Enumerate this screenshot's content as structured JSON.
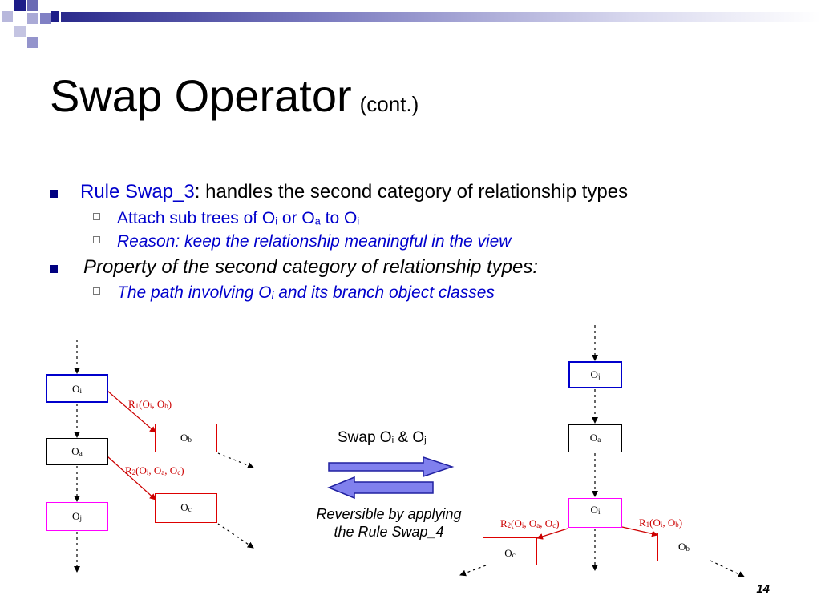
{
  "title": {
    "main": "Swap Operator",
    "sub": "(cont.)"
  },
  "bullets": {
    "b1_lead": "Rule Swap_3",
    "b1_rest": ": handles the second category of relationship types",
    "s1_a": "Attach sub trees of O",
    "s1_b": "i",
    "s1_c": " or O",
    "s1_d": "a",
    "s1_e": " to O",
    "s1_f": "i",
    "s2": "Reason: keep the relationship meaningful in the view",
    "b2": "Property of the second category of relationship types:",
    "s3_a": "The path involving O",
    "s3_b": "i",
    "s3_c": " and its branch object classes"
  },
  "left_tree": {
    "oi": {
      "base": "O",
      "sub": "i"
    },
    "oa": {
      "base": "O",
      "sub": "a"
    },
    "oj": {
      "base": "O",
      "sub": "j"
    },
    "ob": {
      "base": "O",
      "sub": "b"
    },
    "oc": {
      "base": "O",
      "sub": "c"
    },
    "r1": {
      "a": "R",
      "b": "1",
      "c": "(O",
      "d": "i",
      "e": ", O",
      "f": "b",
      "g": ")"
    },
    "r2": {
      "a": "R",
      "b": "2",
      "c": "(O",
      "d": "i",
      "e": ", O",
      "f": "a",
      "g": ", O",
      "h": "c",
      "i": ")"
    }
  },
  "middle": {
    "swap_a": "Swap O",
    "swap_b": "i",
    "swap_c": " & O",
    "swap_d": "j",
    "note_l1": "Reversible by applying",
    "note_l2": "the Rule Swap_4"
  },
  "right_tree": {
    "oj": {
      "base": "O",
      "sub": "j"
    },
    "oa": {
      "base": "O",
      "sub": "a"
    },
    "oi": {
      "base": "O",
      "sub": "i"
    },
    "oc": {
      "base": "O",
      "sub": "c"
    },
    "ob": {
      "base": "O",
      "sub": "b"
    },
    "r2": {
      "a": "R",
      "b": "2",
      "c": "(O",
      "d": "i",
      "e": ", O",
      "f": "a",
      "g": ", O",
      "h": "c",
      "i": ")"
    },
    "r1": {
      "a": "R",
      "b": "1",
      "c": "(O",
      "d": "i",
      "e": ", O",
      "f": "b",
      "g": ")"
    }
  },
  "page_number": "14",
  "colors": {
    "text_blue": "#0000cc",
    "bullet_navy": "#000080",
    "relation_red": "#cc0000",
    "arrow_fill": "#8080ee",
    "arrow_stroke": "#2020a0",
    "box_magenta": "#ff00ff",
    "box_blue": "#0000cc",
    "box_red": "#dd0000"
  }
}
